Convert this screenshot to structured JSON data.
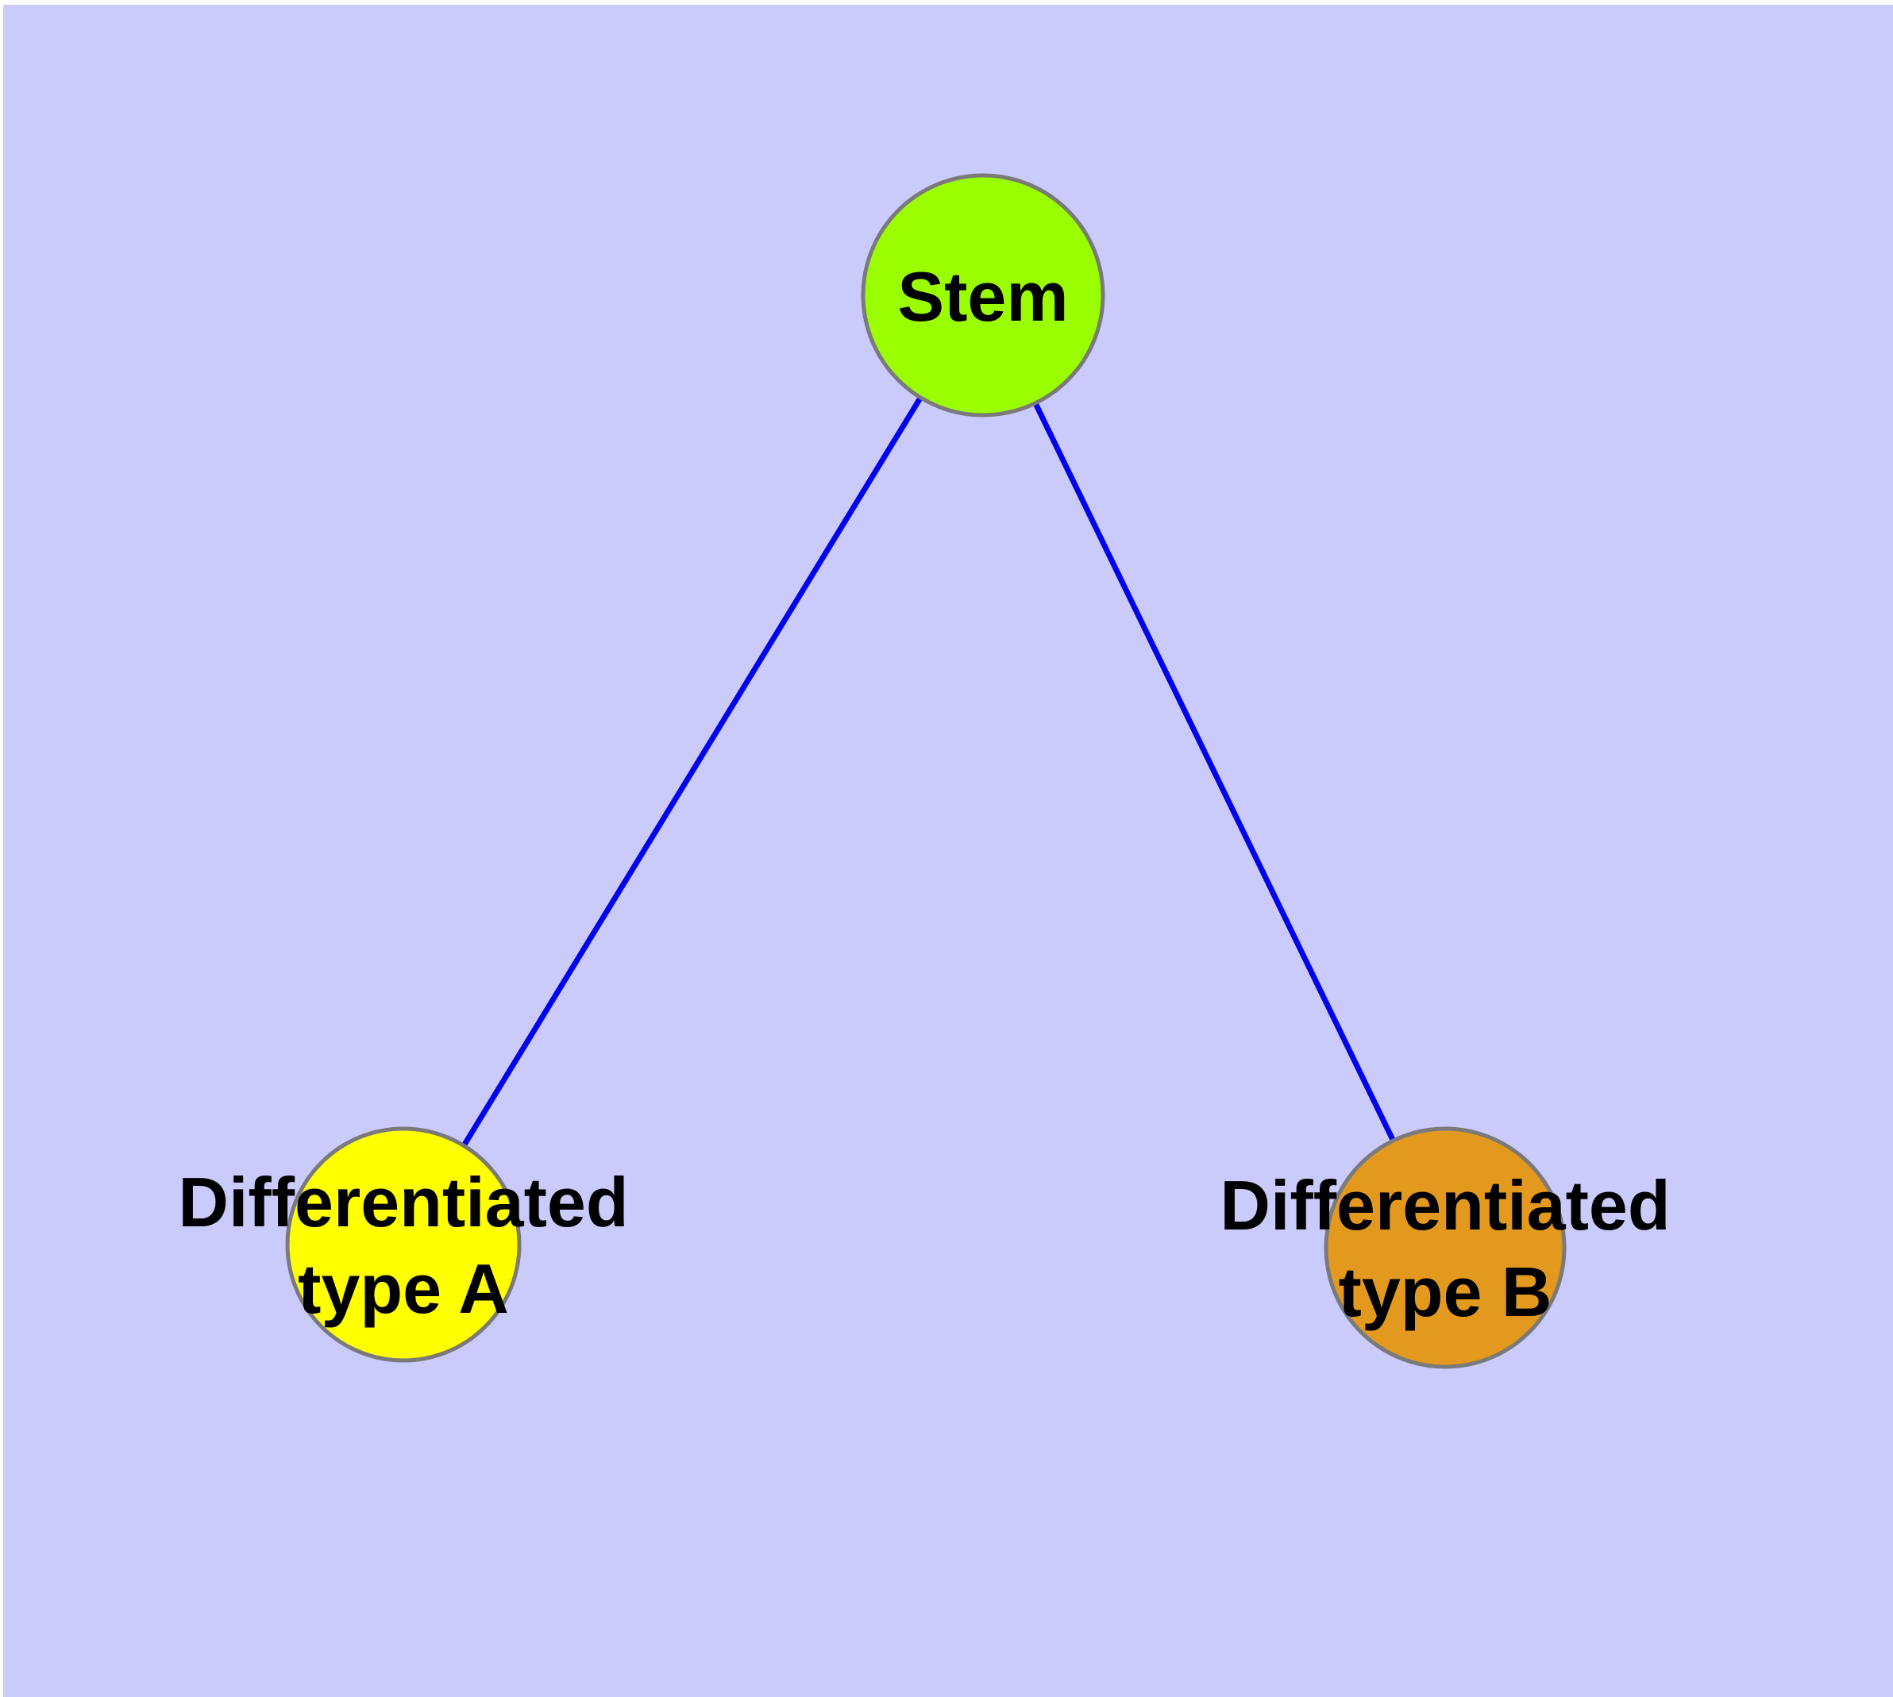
{
  "diagram": {
    "background_color": "#CACAFB",
    "page_margin_color": "#FFFFFF",
    "edge_color": "#0202EC",
    "node_border_color": "#7A7A7A",
    "label_color": "#000000",
    "nodes": {
      "stem": {
        "id": "stem",
        "label": "Stem",
        "fill": "#9BFE00"
      },
      "type_a": {
        "id": "type_a",
        "label": "Differentiated type A",
        "label_lines": [
          "Differentiated",
          "type A"
        ],
        "fill": "#FFFF00"
      },
      "type_b": {
        "id": "type_b",
        "label": "Differentiated type B",
        "label_lines": [
          "Differentiated",
          "type B"
        ],
        "fill": "#E3991E"
      }
    },
    "edges": [
      {
        "from": "stem",
        "to": "type_a"
      },
      {
        "from": "stem",
        "to": "type_b"
      }
    ]
  }
}
